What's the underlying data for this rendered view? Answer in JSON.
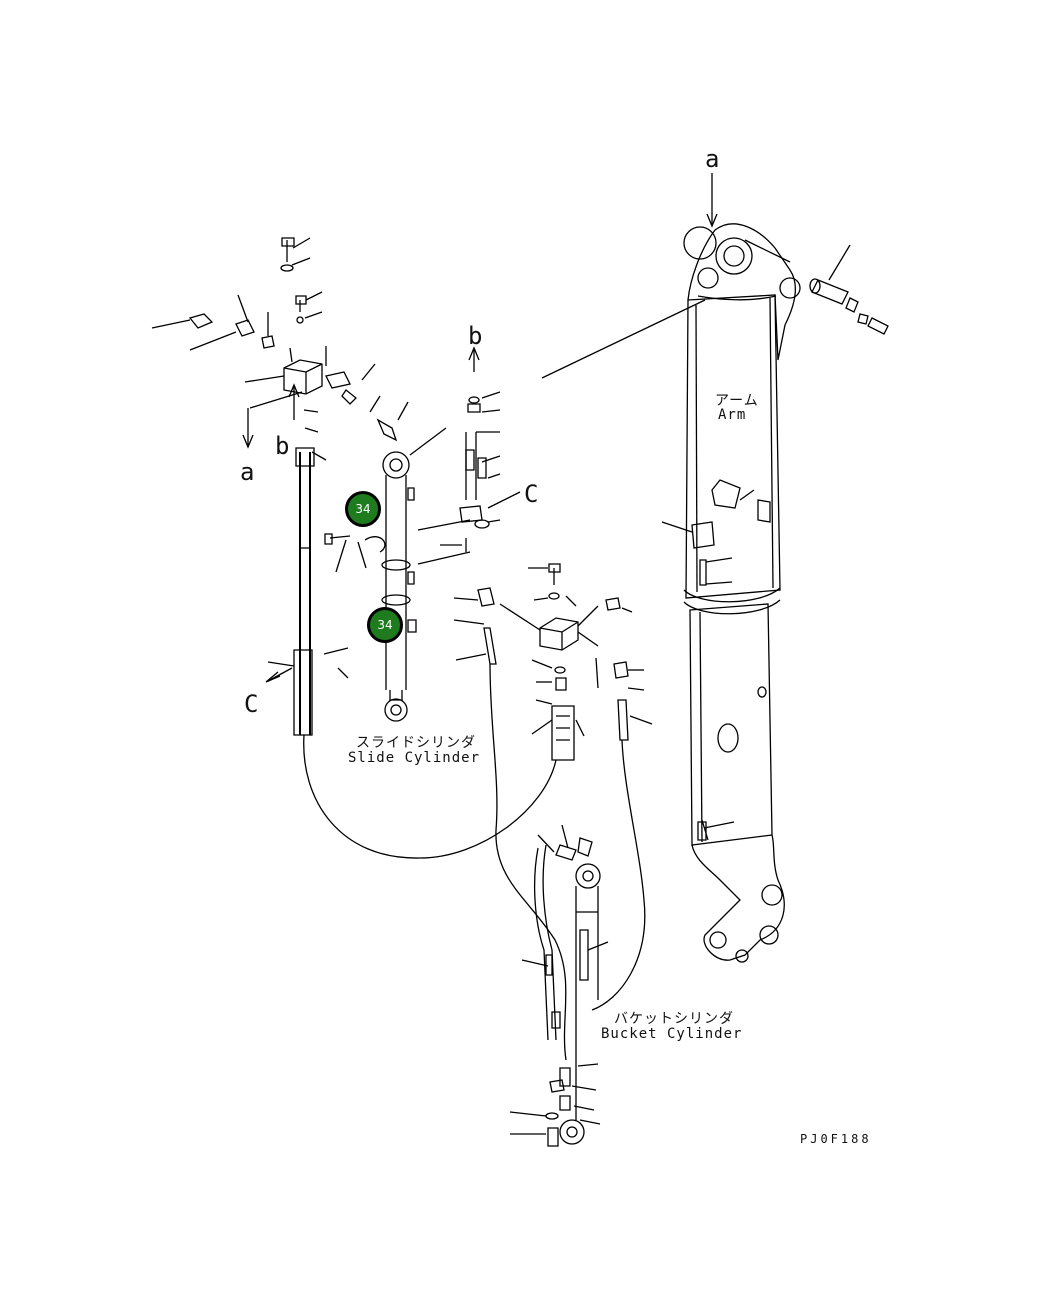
{
  "diagram": {
    "refs": {
      "a_top": "a",
      "a_left": "a",
      "b_left": "b",
      "b_mid": "b",
      "c_mid": "C",
      "c_left": "C"
    },
    "captions": {
      "arm_jp": "アーム",
      "arm_en": "Arm",
      "slide_jp": "スライドシリンダ",
      "slide_en": "Slide Cylinder",
      "bucket_jp": "バケットシリンダ",
      "bucket_en": "Bucket Cylinder"
    },
    "part_markers": [
      {
        "label": "34"
      },
      {
        "label": "34"
      }
    ],
    "drawing_code": "PJ0F188",
    "colors": {
      "marker": "#1e7b1e",
      "line": "#000000"
    }
  }
}
